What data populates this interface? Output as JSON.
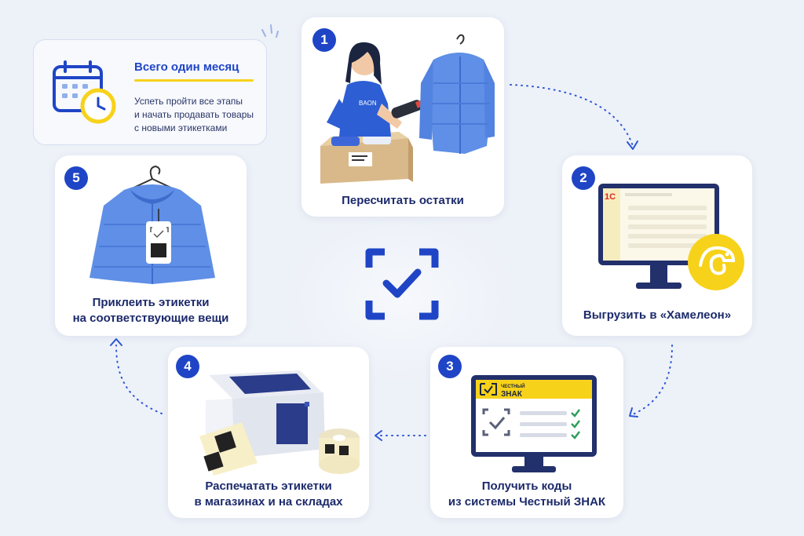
{
  "info": {
    "title": "Всего один месяц",
    "line1": "Успеть пройти все этапы",
    "line2": "и начать продавать товары",
    "line3": "с новыми этикетками",
    "icon": "calendar-clock-icon"
  },
  "steps": [
    {
      "number": "1",
      "label": "Пересчитать остатки",
      "shirt_text": "BAON"
    },
    {
      "number": "2",
      "label": "Выгрузить в «Хамелеон»",
      "screen_logo": "1С"
    },
    {
      "number": "3",
      "label_line1": "Получить коды",
      "label_line2": "из системы Честный ЗНАК",
      "screen_title1": "ЧЕСТНЫЙ",
      "screen_title2": "ЗНАК"
    },
    {
      "number": "4",
      "label_line1": "Распечатать этикетки",
      "label_line2": "в магазинах и на складах"
    },
    {
      "number": "5",
      "label_line1": "Приклеить этикетки",
      "label_line2": "на соответствующие вещи"
    }
  ],
  "colors": {
    "brand_blue": "#1f45c6",
    "accent_yellow": "#f7d21a",
    "text_dark": "#1c2a6b",
    "background": "#edf1f8"
  }
}
